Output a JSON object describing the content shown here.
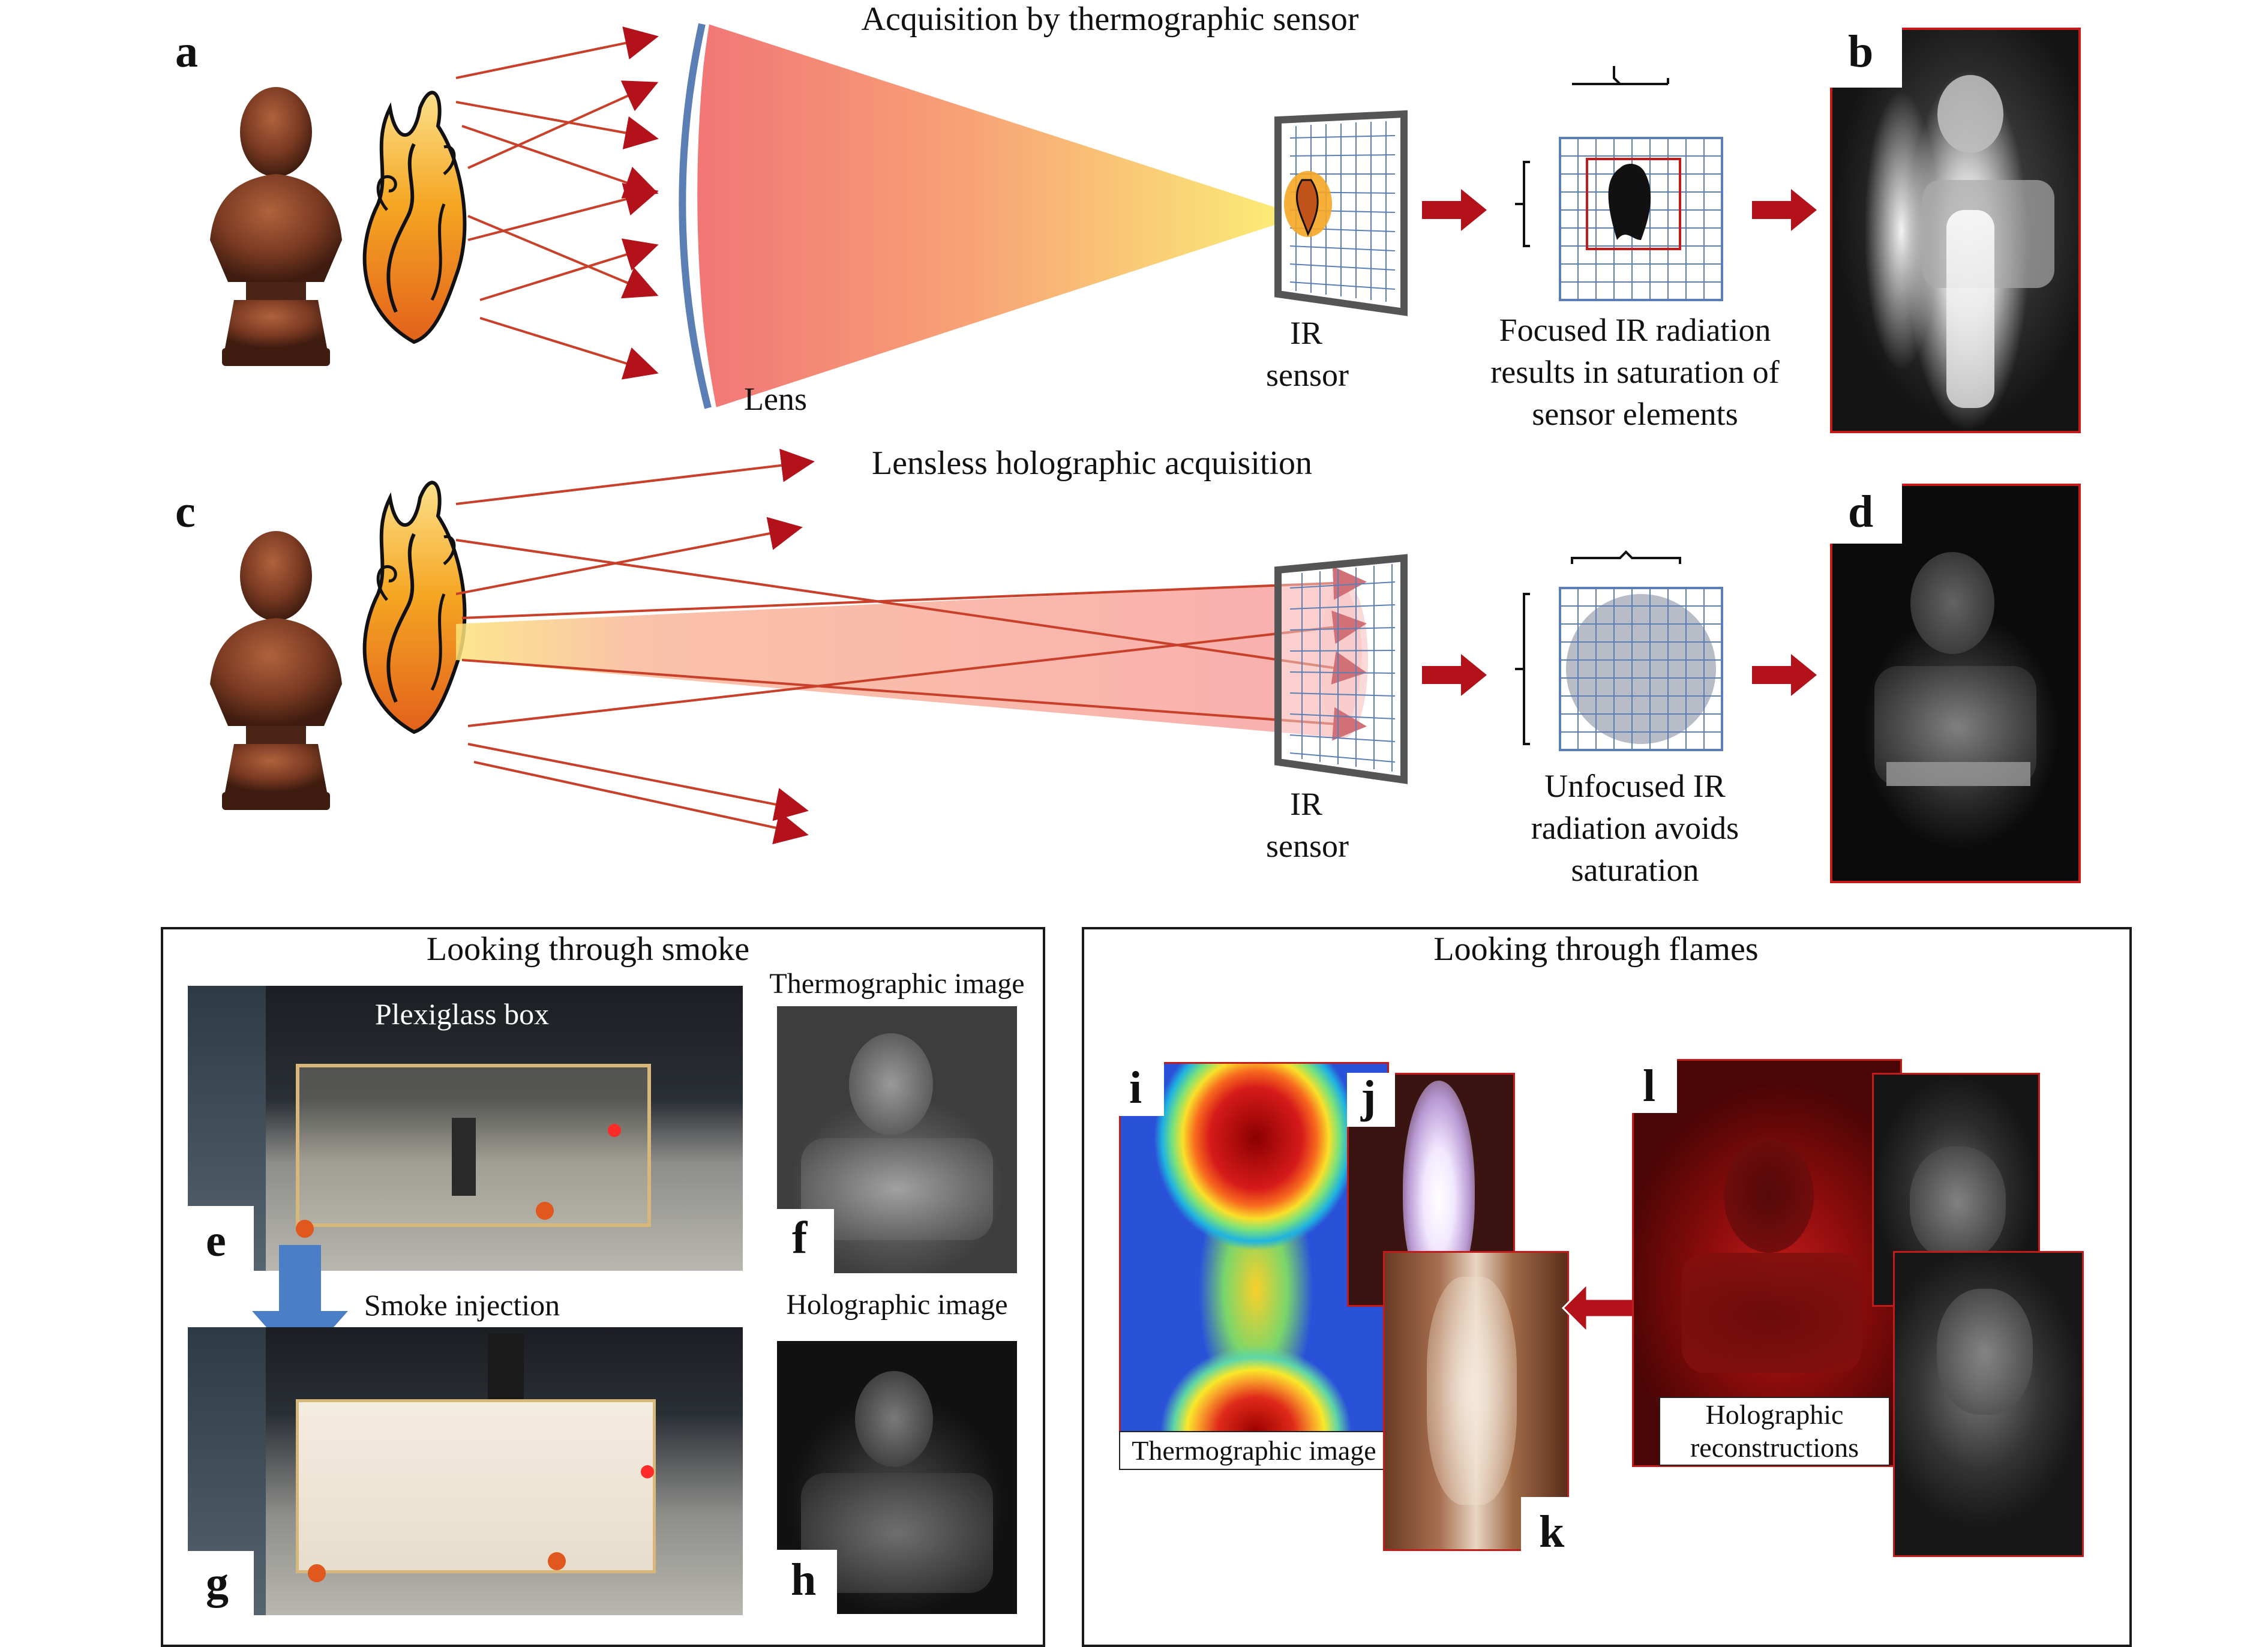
{
  "top": {
    "title": "Acquisition by thermographic sensor",
    "lens_label": "Lens",
    "sensor_label_1": "IR",
    "sensor_label_2": "sensor",
    "caption_1": "Focused IR radiation",
    "caption_2": "results in saturation of",
    "caption_3": "sensor elements",
    "letter_a": "a",
    "letter_b": "b"
  },
  "middle": {
    "title": "Lensless holographic acquisition",
    "sensor_label_1": "IR",
    "sensor_label_2": "sensor",
    "caption_1": "Unfocused IR",
    "caption_2": "radiation avoids",
    "caption_3": "saturation",
    "letter_c": "c",
    "letter_d": "d"
  },
  "smoke_panel": {
    "title": "Looking through smoke",
    "plexiglass_label": "Plexiglass box",
    "smoke_label": "Smoke injection",
    "thermo_label": "Thermographic image",
    "holo_label": "Holographic image",
    "letter_e": "e",
    "letter_f": "f",
    "letter_g": "g",
    "letter_h": "h"
  },
  "flame_panel": {
    "title": "Looking through flames",
    "thermo_label": "Thermographic image",
    "holo_label_1": "Holographic",
    "holo_label_2": "reconstructions",
    "letter_i": "i",
    "letter_j": "j",
    "letter_k": "k",
    "letter_l": "l"
  },
  "colors": {
    "arrow_red": "#b3121b",
    "grid_blue": "#5b7fb5",
    "panel_border": "#1a1a1a",
    "box_red": "#c41a1a",
    "arrow_blue": "#4a7ec7"
  }
}
